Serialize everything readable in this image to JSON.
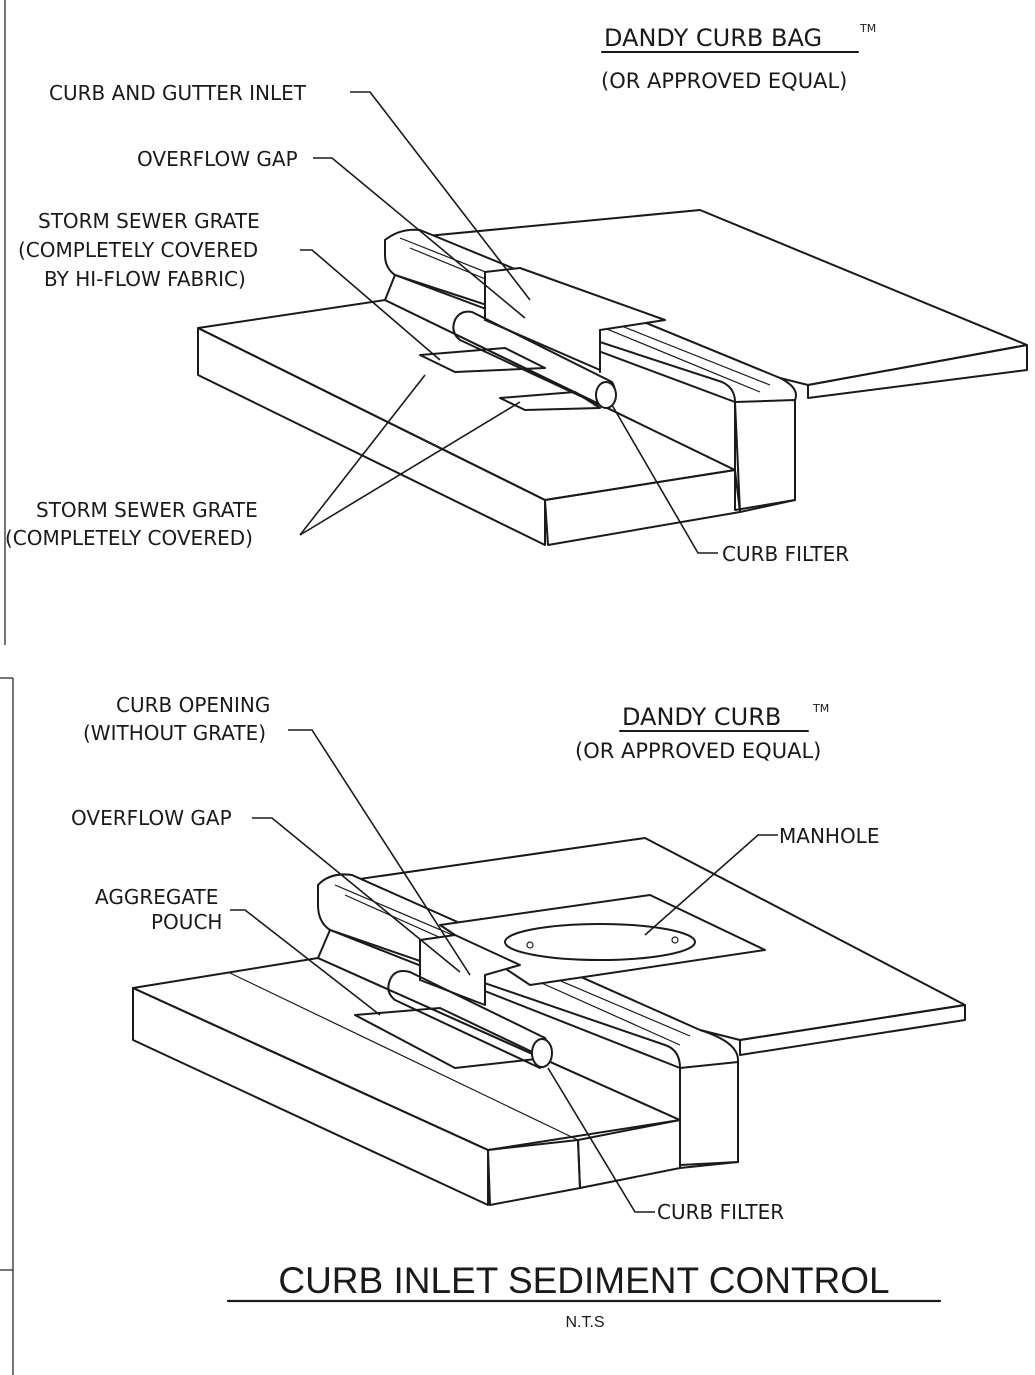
{
  "top_detail": {
    "product_name": "DANDY CURB BAG",
    "trademark": "TM",
    "product_note": "(OR APPROVED EQUAL)",
    "callouts": {
      "curb_gutter_inlet": "CURB AND GUTTER INLET",
      "overflow_gap": "OVERFLOW GAP",
      "grate_hi_flow_line1": "STORM SEWER GRATE",
      "grate_hi_flow_line2": "(COMPLETELY COVERED",
      "grate_hi_flow_line3": "BY HI-FLOW FABRIC)",
      "grate_covered_line1": "STORM SEWER GRATE",
      "grate_covered_line2": "(COMPLETELY COVERED)",
      "curb_filter": "CURB FILTER"
    }
  },
  "bottom_detail": {
    "product_name": "DANDY CURB",
    "trademark": "TM",
    "product_note": "(OR APPROVED EQUAL)",
    "callouts": {
      "curb_opening_line1": "CURB OPENING",
      "curb_opening_line2": "(WITHOUT GRATE)",
      "overflow_gap": "OVERFLOW GAP",
      "manhole": "MANHOLE",
      "aggregate_line1": "AGGREGATE",
      "aggregate_line2": "POUCH",
      "curb_filter": "CURB FILTER"
    }
  },
  "drawing_title": "CURB INLET SEDIMENT CONTROL",
  "scale_note": "N.T.S"
}
